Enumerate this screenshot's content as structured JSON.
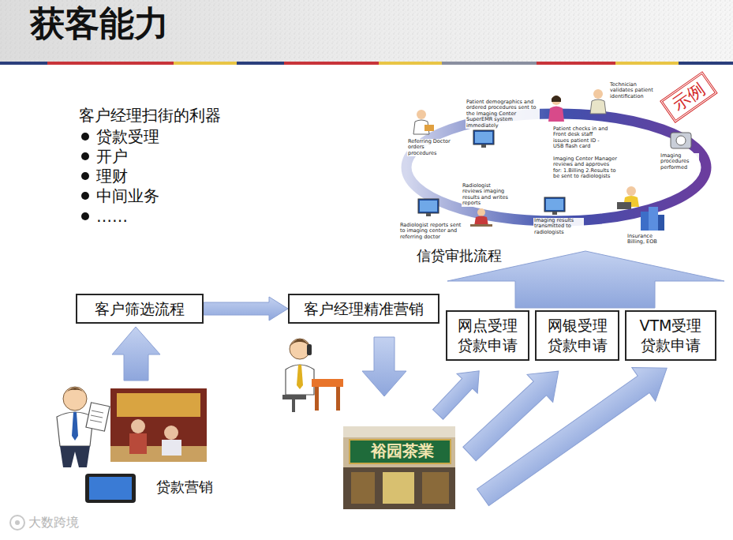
{
  "diagram": {
    "title": "获客能力",
    "nodes": [
      {
        "text": [
          "客户筛选流程"
        ]
      },
      {
        "text": [
          "客户经理精准营销"
        ]
      },
      {
        "text": [
          "网点受理 贷款申请"
        ]
      },
      {
        "text": [
          "网银受理 贷款申请"
        ]
      },
      {
        "text": [
          "VTM受理 贷款申请"
        ]
      }
    ],
    "edges": [
      {
        "from": 0,
        "to": 1,
        "arrow": "to"
      }
    ],
    "labels": [
      "客户经理扫街的利器",
      "贷款受理",
      "开户",
      "理财",
      "中间业务",
      "……",
      "Patient demographics and ordered procedures sent to the Imaging Center SuperEMR system immediately",
      "Technician validates patient identification",
      "Patient checks in and Front desk staff issues patient ID - USB flash card",
      "Referring Doctor orders procedures",
      "Imaging Center Manager reviews and approves for: 1.Billing 2.Results to be sent to radiologists",
      "Imaging procedures performed",
      "Radiologist reviews imaging results and writes reports",
      "Radiologist reports sent to imaging center and referring doctor",
      "Imaging results transmitted to radiologists",
      "Insurance Billing, EOB",
      "示例",
      "信贷审批流程",
      "裕园茶業",
      "贷款营销",
      "大数跨境"
    ]
  }
}
